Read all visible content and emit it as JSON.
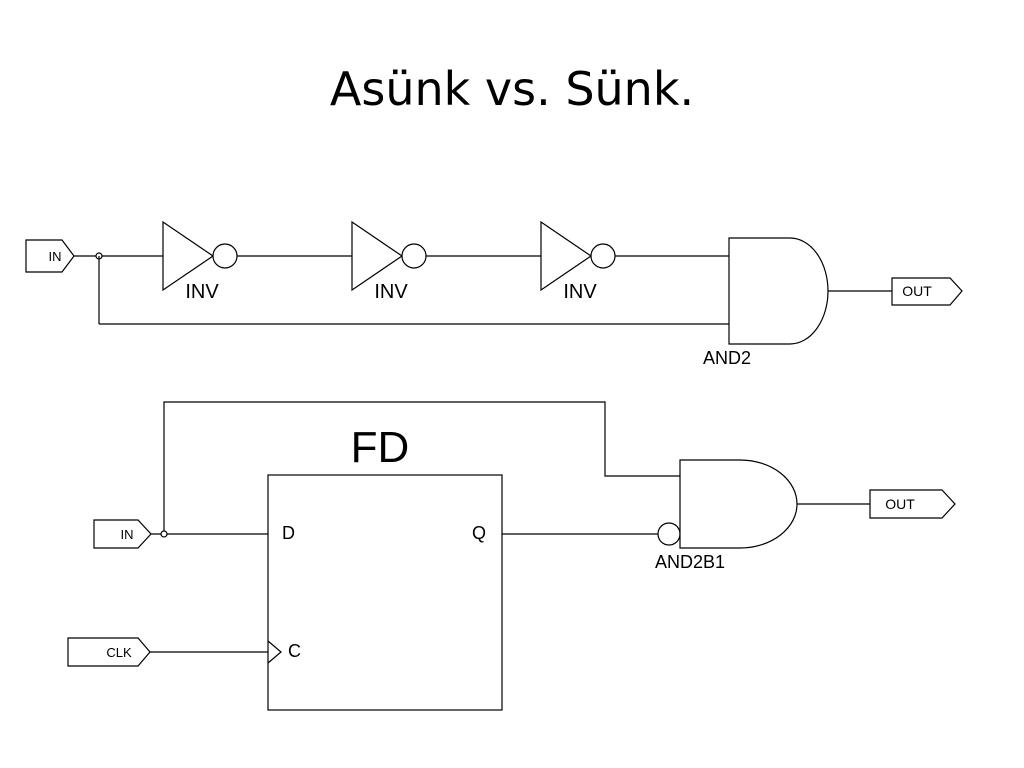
{
  "title": "Asünk vs. Sünk.",
  "async_circuit": {
    "input_port": "IN",
    "inverters": [
      "INV",
      "INV",
      "INV"
    ],
    "and_gate": "AND2",
    "output_port": "OUT"
  },
  "sync_circuit": {
    "flipflop_name": "FD",
    "pin_d": "D",
    "pin_q": "Q",
    "pin_c": "C",
    "input_port": "IN",
    "clock_port": "CLK",
    "and_gate": "AND2B1",
    "output_port": "OUT"
  }
}
